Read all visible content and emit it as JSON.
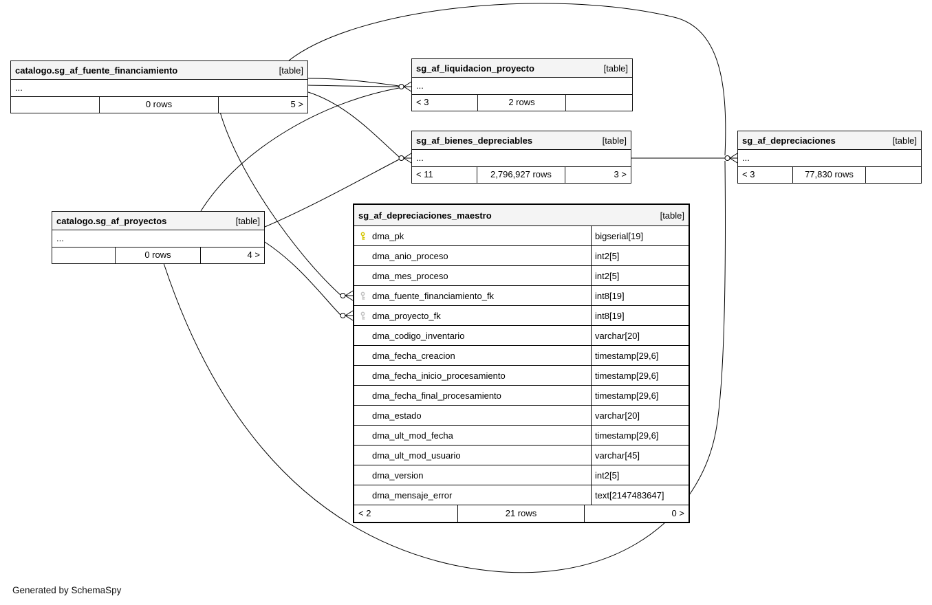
{
  "diagram": {
    "note": "Generated by SchemaSpy"
  },
  "colors": {
    "primary_key": "#d4c500",
    "foreign_key": "#c2c2c2",
    "header_bg": "#f4f4f4",
    "line": "#000000"
  },
  "tables": {
    "fuente_financiamiento": {
      "name": "catalogo.sg_af_fuente_financiamiento",
      "tag": "[table]",
      "collapsed": "...",
      "footer": {
        "left": "",
        "center": "0 rows",
        "right": "5 >"
      }
    },
    "liquidacion_proyecto": {
      "name": "sg_af_liquidacion_proyecto",
      "tag": "[table]",
      "collapsed": "...",
      "footer": {
        "left": "< 3",
        "center": "2 rows",
        "right": ""
      }
    },
    "bienes_depreciables": {
      "name": "sg_af_bienes_depreciables",
      "tag": "[table]",
      "collapsed": "...",
      "footer": {
        "left": "< 11",
        "center": "2,796,927 rows",
        "right": "3 >"
      }
    },
    "depreciaciones": {
      "name": "sg_af_depreciaciones",
      "tag": "[table]",
      "collapsed": "...",
      "footer": {
        "left": "< 3",
        "center": "77,830 rows",
        "right": ""
      }
    },
    "proyectos": {
      "name": "catalogo.sg_af_proyectos",
      "tag": "[table]",
      "collapsed": "...",
      "footer": {
        "left": "",
        "center": "0 rows",
        "right": "4 >"
      }
    },
    "maestro": {
      "name": "sg_af_depreciaciones_maestro",
      "tag": "[table]",
      "footer": {
        "left": "< 2",
        "center": "21 rows",
        "right": "0 >"
      },
      "columns": [
        {
          "name": "dma_pk",
          "type": "bigserial[19]",
          "key": "primary"
        },
        {
          "name": "dma_anio_proceso",
          "type": "int2[5]",
          "key": ""
        },
        {
          "name": "dma_mes_proceso",
          "type": "int2[5]",
          "key": ""
        },
        {
          "name": "dma_fuente_financiamiento_fk",
          "type": "int8[19]",
          "key": "foreign"
        },
        {
          "name": "dma_proyecto_fk",
          "type": "int8[19]",
          "key": "foreign"
        },
        {
          "name": "dma_codigo_inventario",
          "type": "varchar[20]",
          "key": ""
        },
        {
          "name": "dma_fecha_creacion",
          "type": "timestamp[29,6]",
          "key": ""
        },
        {
          "name": "dma_fecha_inicio_procesamiento",
          "type": "timestamp[29,6]",
          "key": ""
        },
        {
          "name": "dma_fecha_final_procesamiento",
          "type": "timestamp[29,6]",
          "key": ""
        },
        {
          "name": "dma_estado",
          "type": "varchar[20]",
          "key": ""
        },
        {
          "name": "dma_ult_mod_fecha",
          "type": "timestamp[29,6]",
          "key": ""
        },
        {
          "name": "dma_ult_mod_usuario",
          "type": "varchar[45]",
          "key": ""
        },
        {
          "name": "dma_version",
          "type": "int2[5]",
          "key": ""
        },
        {
          "name": "dma_mensaje_error",
          "type": "text[2147483647]",
          "key": ""
        }
      ]
    }
  },
  "relations": [
    {
      "from": "catalogo.sg_af_fuente_financiamiento",
      "to": "sg_af_liquidacion_proyecto"
    },
    {
      "from": "catalogo.sg_af_fuente_financiamiento",
      "to": "sg_af_liquidacion_proyecto"
    },
    {
      "from": "catalogo.sg_af_proyectos",
      "to": "sg_af_liquidacion_proyecto"
    },
    {
      "from": "catalogo.sg_af_fuente_financiamiento",
      "to": "sg_af_bienes_depreciables"
    },
    {
      "from": "catalogo.sg_af_proyectos",
      "to": "sg_af_bienes_depreciables"
    },
    {
      "from": "catalogo.sg_af_fuente_financiamiento",
      "to": "sg_af_depreciaciones_maestro.dma_fuente_financiamiento_fk"
    },
    {
      "from": "catalogo.sg_af_proyectos",
      "to": "sg_af_depreciaciones_maestro.dma_proyecto_fk"
    },
    {
      "from": "sg_af_bienes_depreciables",
      "to": "sg_af_depreciaciones"
    },
    {
      "from": "catalogo.sg_af_fuente_financiamiento",
      "to": "sg_af_depreciaciones"
    },
    {
      "from": "catalogo.sg_af_proyectos",
      "to": "sg_af_depreciaciones"
    }
  ]
}
